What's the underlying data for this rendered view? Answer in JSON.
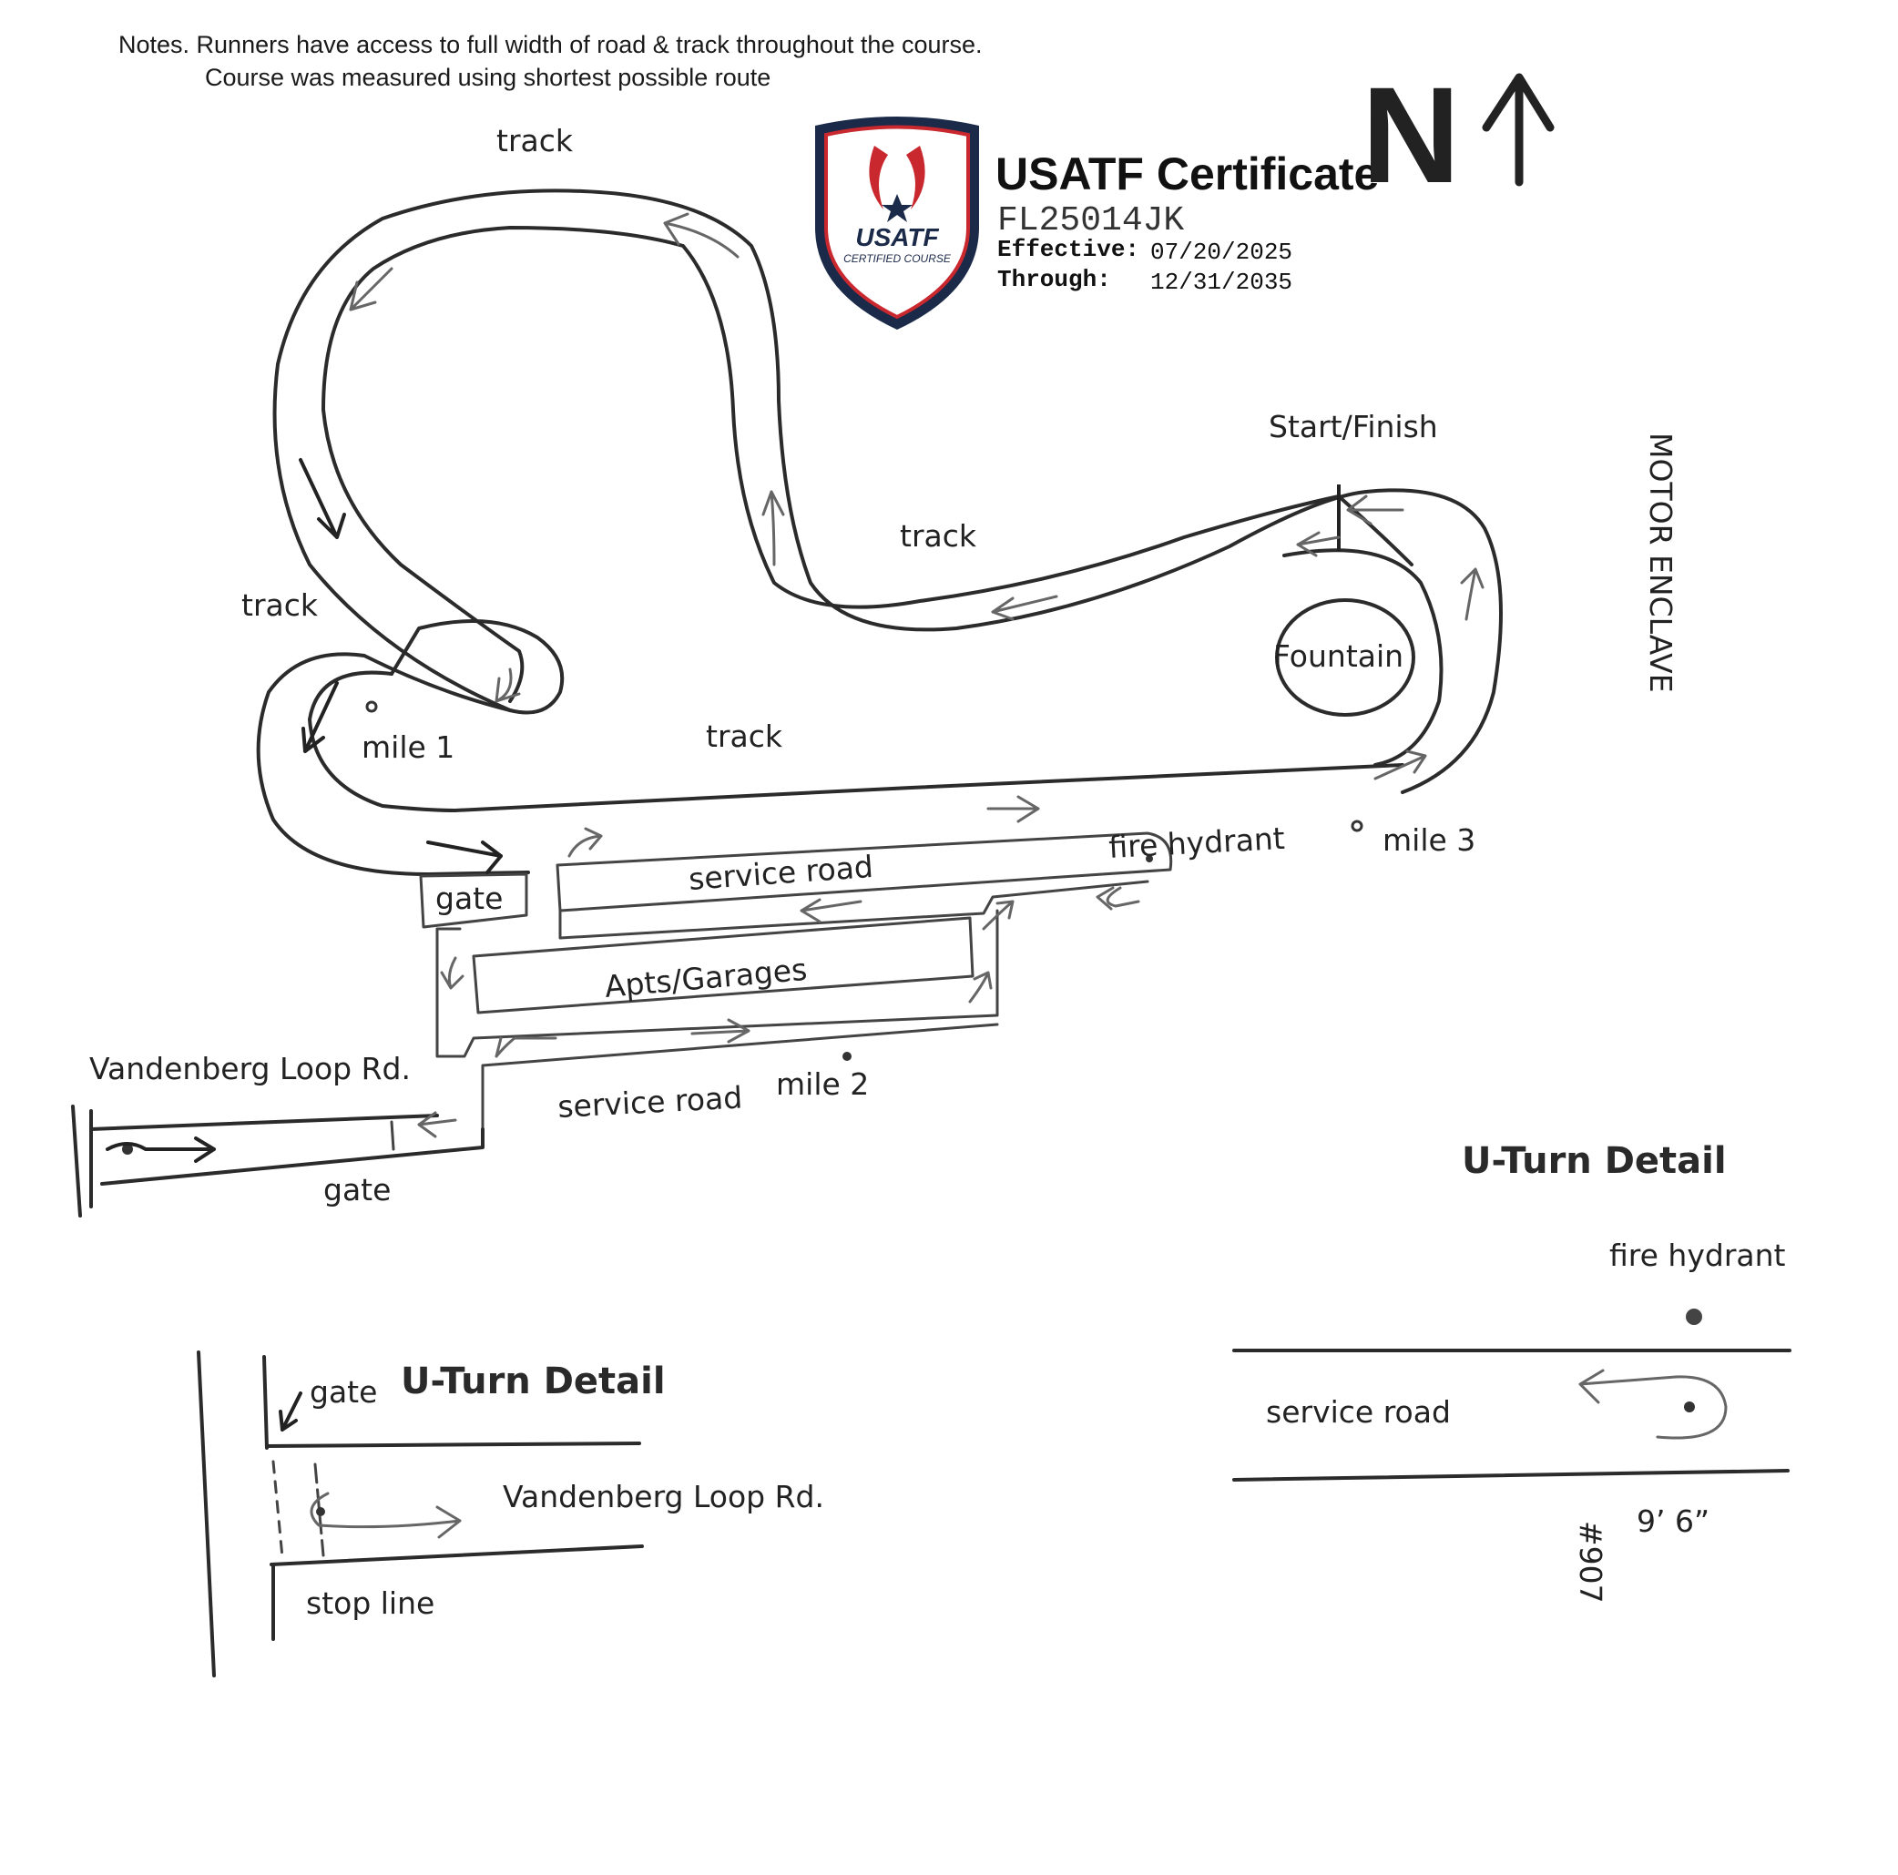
{
  "notes": {
    "line1": "Notes. Runners have access to full width of road & track throughout the course.",
    "line2": "Course was measured using shortest possible route"
  },
  "certificate": {
    "title": "USATF Certificate",
    "id": "FL25014JK",
    "effective_label": "Effective:",
    "effective_date": "07/20/2025",
    "through_label": "Through:",
    "through_date": "12/31/2035",
    "badge_text": "USATF",
    "badge_subtext": "CERTIFIED COURSE",
    "colors": {
      "navy": "#1c2a4a",
      "red": "#c8282e"
    }
  },
  "north": {
    "letter": "N",
    "icon": "north-arrow-icon"
  },
  "side_label": "MOTOR ENCLAVE",
  "labels": {
    "track_top": "track",
    "track_left": "track",
    "track_center": "track",
    "track_middle": "track",
    "start_finish": "Start/Finish",
    "fountain": "Fountain",
    "mile1": "mile 1",
    "mile2": "mile 2",
    "mile3": "mile 3",
    "fire_hydrant": "fire hydrant",
    "service_road_top": "service road",
    "service_road_bottom": "service road",
    "gate_top": "gate",
    "gate_bottom": "gate",
    "apts": "Apts/Garages",
    "vandenberg": "Vandenberg Loop Rd."
  },
  "uturn_left": {
    "title": "U-Turn Detail",
    "gate": "gate",
    "road": "Vandenberg Loop Rd.",
    "stop_line": "stop line"
  },
  "uturn_right": {
    "title": "U-Turn Detail",
    "fire_hydrant": "fire hydrant",
    "road": "service road",
    "distance": "9’ 6”",
    "marker": "#907"
  }
}
